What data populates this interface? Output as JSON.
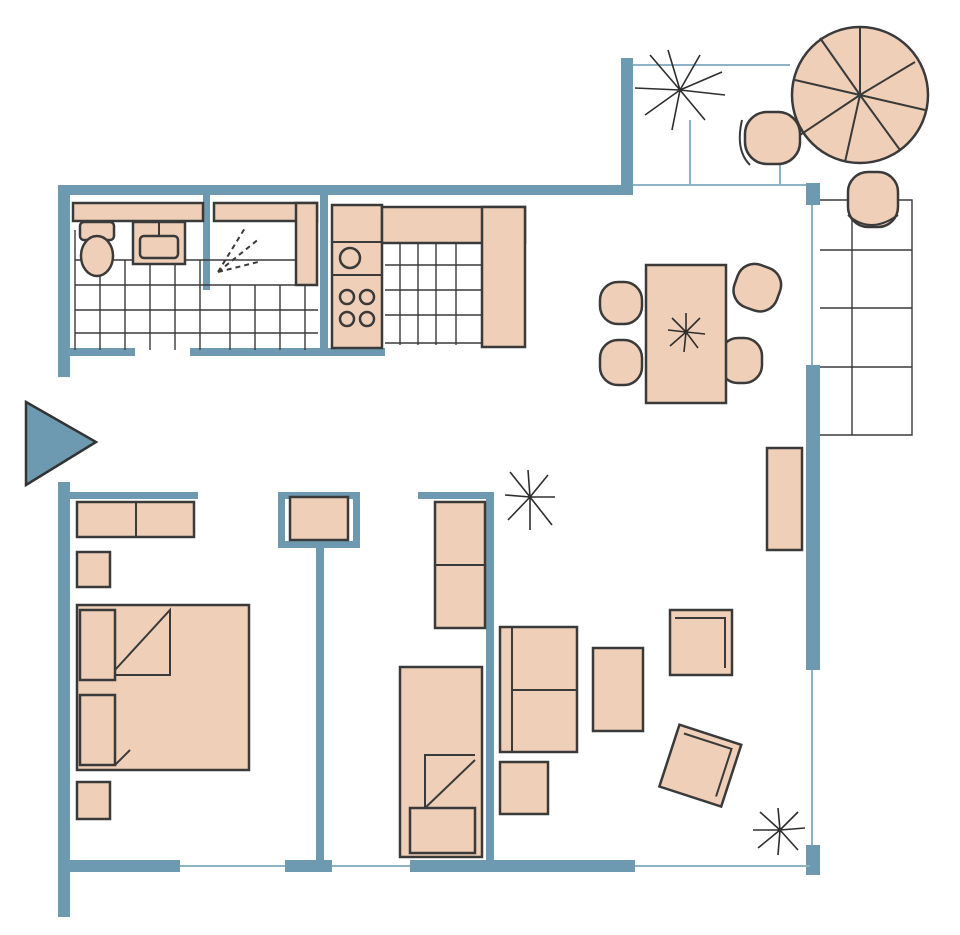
{
  "diagram": {
    "type": "floor-plan",
    "colors": {
      "wall": "#6e9ab1",
      "wall_thin": "#8fb3c6",
      "furniture_fill": "#efcfb8",
      "outline": "#3a3a3a",
      "background": "#ffffff"
    },
    "rooms": [
      "bathroom",
      "kitchen",
      "dining-area",
      "living-room",
      "bedroom",
      "second-bedroom",
      "balcony"
    ],
    "icons": [
      "entrance-arrow-icon",
      "spiral-staircase-icon",
      "plant-icon",
      "toilet-icon",
      "sink-icon",
      "shower-icon",
      "stove-icon",
      "bed-icon",
      "sofa-icon",
      "armchair-icon",
      "dining-table-icon"
    ]
  }
}
